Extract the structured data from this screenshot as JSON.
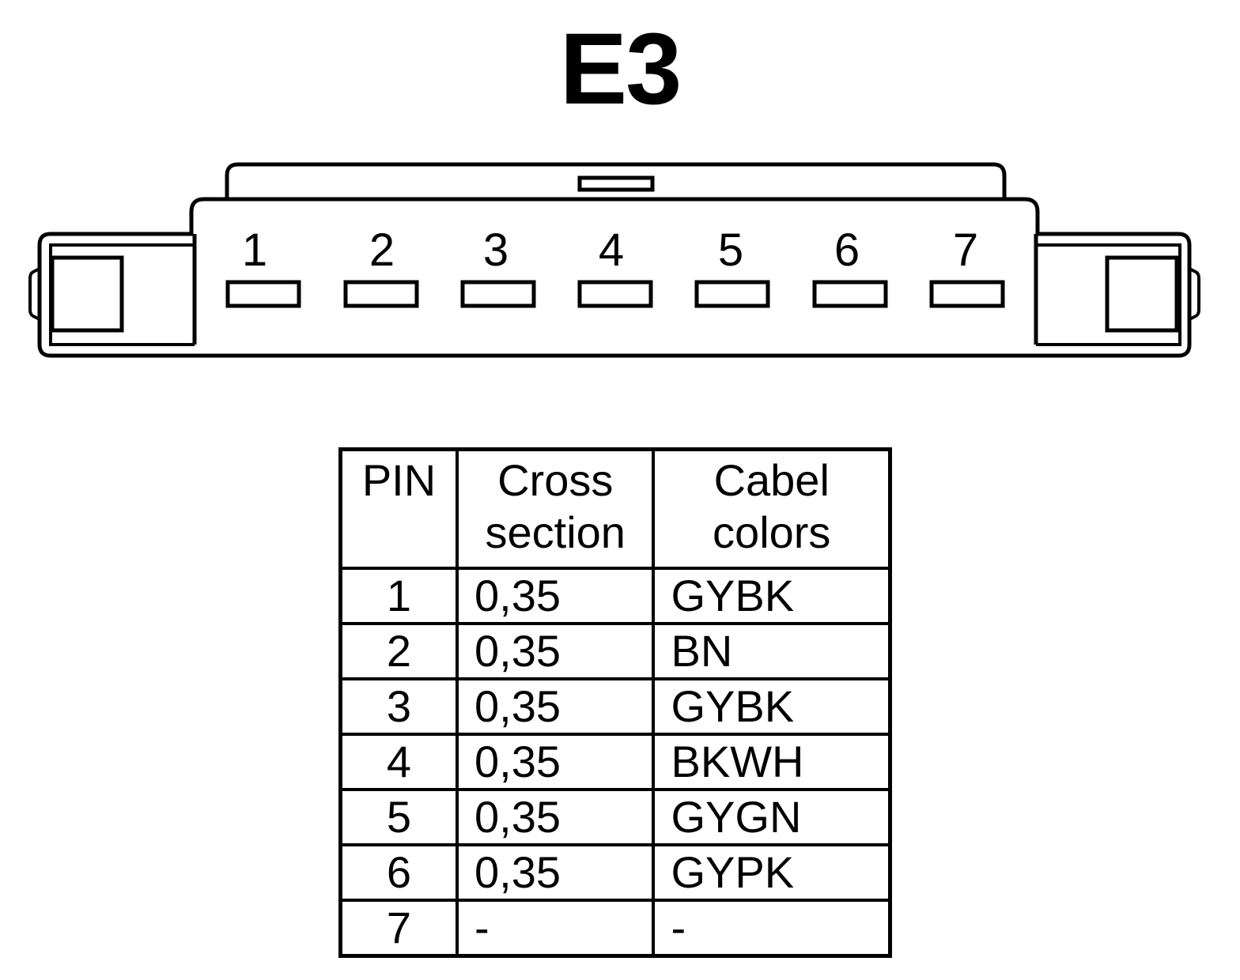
{
  "title": "E3",
  "connector": {
    "pin_labels": [
      "1",
      "2",
      "3",
      "4",
      "5",
      "6",
      "7"
    ]
  },
  "table": {
    "headers": {
      "pin": "PIN",
      "cross_section": [
        "Cross",
        "section"
      ],
      "cable_colors": [
        "Cabel",
        "colors"
      ]
    },
    "rows": [
      {
        "pin": "1",
        "cross_section": "0,35",
        "color": "GYBK"
      },
      {
        "pin": "2",
        "cross_section": "0,35",
        "color": "BN"
      },
      {
        "pin": "3",
        "cross_section": "0,35",
        "color": "GYBK"
      },
      {
        "pin": "4",
        "cross_section": "0,35",
        "color": "BKWH"
      },
      {
        "pin": "5",
        "cross_section": "0,35",
        "color": "GYGN"
      },
      {
        "pin": "6",
        "cross_section": "0,35",
        "color": "GYPK"
      },
      {
        "pin": "7",
        "cross_section": "-",
        "color": "-"
      }
    ]
  },
  "colors": {
    "stroke": "#000000",
    "background": "#ffffff"
  }
}
